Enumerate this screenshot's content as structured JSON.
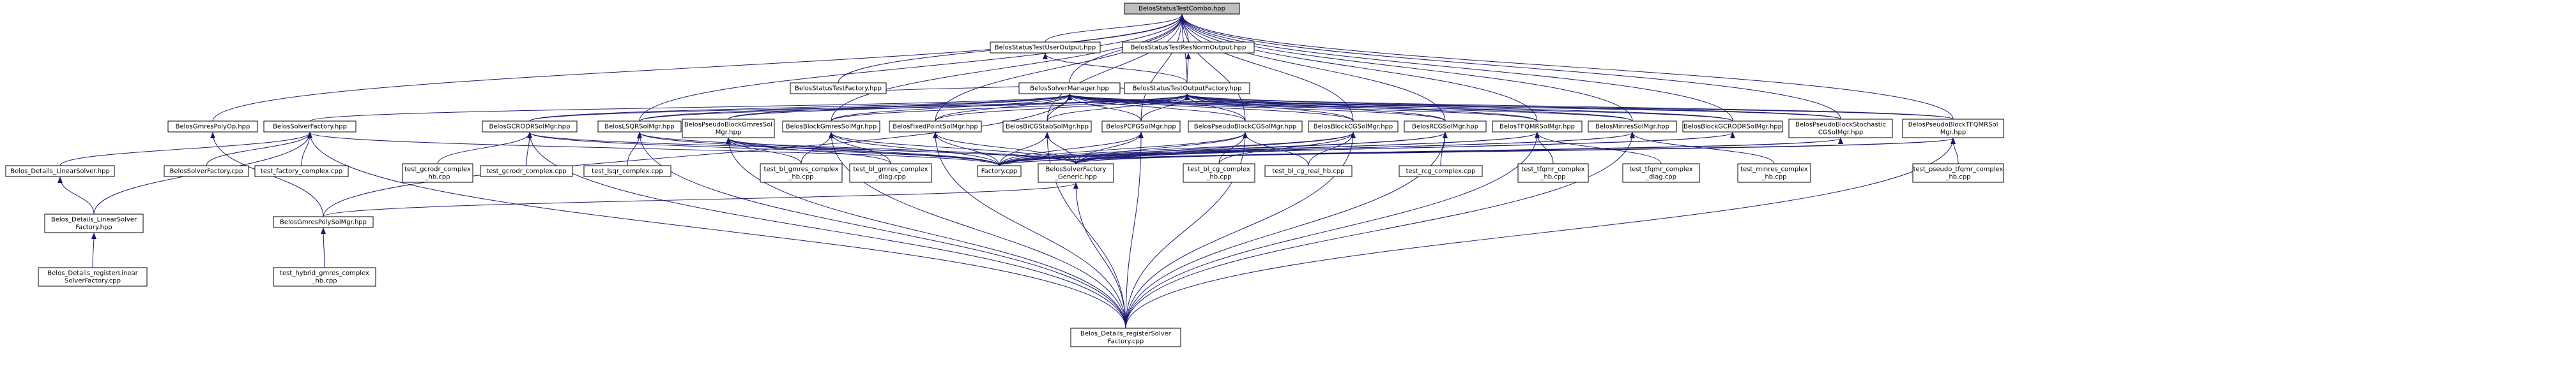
{
  "graph": {
    "edge_color": "#191970",
    "root_fill": "#bfbfbf",
    "nodes": [
      {
        "id": "root",
        "lines": [
          "BelosStatusTestCombo.hpp"
        ],
        "root": true
      },
      {
        "id": "outfact",
        "lines": [
          "BelosStatusTestOutputFactory.hpp"
        ]
      },
      {
        "id": "mgr",
        "lines": [
          "BelosSolverManager.hpp"
        ]
      },
      {
        "id": "stfac",
        "lines": [
          "BelosStatusTestFactory.hpp"
        ]
      },
      {
        "id": "useroutput",
        "lines": [
          "BelosStatusTestUserOutput.hpp"
        ]
      },
      {
        "id": "resnorm",
        "lines": [
          "BelosStatusTestResNormOutput.hpp"
        ]
      },
      {
        "id": "gmrespolyop",
        "lines": [
          "BelosGmresPolyOp.hpp"
        ]
      },
      {
        "id": "solverfactory",
        "lines": [
          "BelosSolverFactory.hpp"
        ]
      },
      {
        "id": "gcrodr",
        "lines": [
          "BelosGCRODRSolMgr.hpp"
        ]
      },
      {
        "id": "lsqr",
        "lines": [
          "BelosLSQRSolMgr.hpp"
        ]
      },
      {
        "id": "pbgmres",
        "lines": [
          "BelosPseudoBlockGmresSol",
          "Mgr.hpp"
        ]
      },
      {
        "id": "bgmres",
        "lines": [
          "BelosBlockGmresSolMgr.hpp"
        ]
      },
      {
        "id": "fixedpoint",
        "lines": [
          "BelosFixedPointSolMgr.hpp"
        ]
      },
      {
        "id": "bicgstab",
        "lines": [
          "BelosBiCGStabSolMgr.hpp"
        ]
      },
      {
        "id": "pcpg",
        "lines": [
          "BelosPCPGSolMgr.hpp"
        ]
      },
      {
        "id": "pbcg",
        "lines": [
          "BelosPseudoBlockCGSolMgr.hpp"
        ]
      },
      {
        "id": "bcg",
        "lines": [
          "BelosBlockCGSolMgr.hpp"
        ]
      },
      {
        "id": "rcg",
        "lines": [
          "BelosRCGSolMgr.hpp"
        ]
      },
      {
        "id": "tfqmr",
        "lines": [
          "BelosTFQMRSolMgr.hpp"
        ]
      },
      {
        "id": "minres",
        "lines": [
          "BelosMinresSolMgr.hpp"
        ]
      },
      {
        "id": "bgcrodr",
        "lines": [
          "BelosBlockGCRODRSolMgr.hpp"
        ]
      },
      {
        "id": "pbstoch",
        "lines": [
          "BelosPseudoBlockStochastic",
          "CGSolMgr.hpp"
        ]
      },
      {
        "id": "pbtfqmr",
        "lines": [
          "BelosPseudoBlockTFQMRSol",
          "Mgr.hpp"
        ]
      },
      {
        "id": "detlin",
        "lines": [
          "Belos_Details_LinearSolver.hpp"
        ]
      },
      {
        "id": "sfcpp",
        "lines": [
          "BelosSolverFactory.cpp"
        ]
      },
      {
        "id": "tfcc",
        "lines": [
          "test_factory_complex.cpp"
        ]
      },
      {
        "id": "tgcc_hb",
        "lines": [
          "test_gcrodr_complex",
          "_hb.cpp"
        ]
      },
      {
        "id": "tgcc",
        "lines": [
          "test_gcrodr_complex.cpp"
        ]
      },
      {
        "id": "tlsqr",
        "lines": [
          "test_lsqr_complex.cpp"
        ]
      },
      {
        "id": "tbgc_hb",
        "lines": [
          "test_bl_gmres_complex",
          "_hb.cpp"
        ]
      },
      {
        "id": "tbgc_diag",
        "lines": [
          "test_bl_gmres_complex",
          "_diag.cpp"
        ]
      },
      {
        "id": "factcpp",
        "lines": [
          "Factory.cpp"
        ]
      },
      {
        "id": "sfgen",
        "lines": [
          "BelosSolverFactory",
          "_Generic.hpp"
        ]
      },
      {
        "id": "tbcg_hb",
        "lines": [
          "test_bl_cg_complex",
          "_hb.cpp"
        ]
      },
      {
        "id": "tbcgreal",
        "lines": [
          "test_bl_cg_real_hb.cpp"
        ]
      },
      {
        "id": "trcg",
        "lines": [
          "test_rcg_complex.cpp"
        ]
      },
      {
        "id": "ttfqmr_hb",
        "lines": [
          "test_tfqmr_complex",
          "_hb.cpp"
        ]
      },
      {
        "id": "ttfqmr_diag",
        "lines": [
          "test_tfqmr_complex",
          "_diag.cpp"
        ]
      },
      {
        "id": "tminres_hb",
        "lines": [
          "test_minres_complex",
          "_hb.cpp"
        ]
      },
      {
        "id": "tpbtfqmr_hb",
        "lines": [
          "test_pseudo_tfqmr_complex",
          "_hb.cpp"
        ]
      },
      {
        "id": "detlinfac",
        "lines": [
          "Belos_Details_LinearSolver",
          "Factory.hpp"
        ]
      },
      {
        "id": "gmrespoly",
        "lines": [
          "BelosGmresPolySolMgr.hpp"
        ]
      },
      {
        "id": "detreglin",
        "lines": [
          "Belos_Details_registerLinear",
          "SolverFactory.cpp"
        ]
      },
      {
        "id": "thybrid",
        "lines": [
          "test_hybrid_gmres_complex",
          "_hb.cpp"
        ]
      },
      {
        "id": "detreg",
        "lines": [
          "Belos_Details_registerSolver",
          "Factory.cpp"
        ]
      }
    ]
  }
}
